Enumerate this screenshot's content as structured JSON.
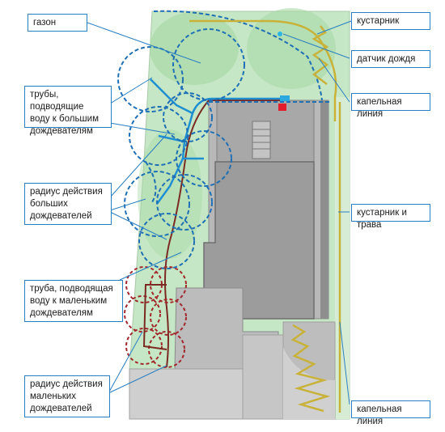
{
  "labels": {
    "lawn": "газон",
    "pipes_large": [
      "трубы, подводящие",
      "воду к большим",
      "дождевателям"
    ],
    "radius_large": [
      "радиус действия",
      "больших",
      "дождевателей"
    ],
    "pipe_small": [
      "труба, подводящая",
      "воду к маленьким",
      "дождевателям"
    ],
    "radius_small": [
      "радиус действия",
      "маленьких",
      "дождевателей"
    ],
    "shrub": "кустарник",
    "rain_sensor": "датчик дождя",
    "drip_line_top": "капельная линия",
    "shrub_grass": "кустарник и трава",
    "drip_line_bottom": "капельная линия"
  },
  "colors": {
    "label_border": "#2a7fc2",
    "leader_line": "#2a7fc2",
    "lawn": "#c6e7c5",
    "lawn_dark": "#9fd39e",
    "building": "#a3a3a3",
    "pipe_large": "#1f8fd1",
    "pipe_main": "#7a2a23",
    "drip_line": "#c8b23a",
    "sensor": "#e21e2e"
  }
}
